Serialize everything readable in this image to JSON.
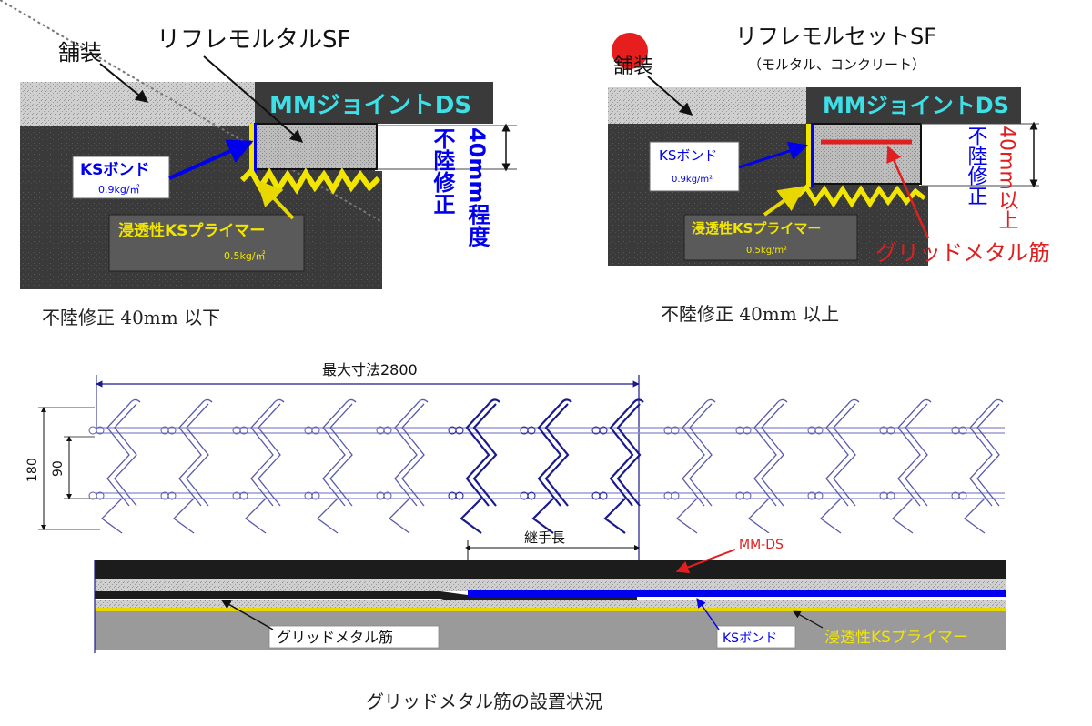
{
  "left_section": {
    "pavement": "舗装",
    "mortar": "リフレモルタルSF",
    "joint": "MMジョイントDS",
    "bond": "KSボンド",
    "bond_rate": "0.9kg/㎡",
    "primer": "浸透性KSプライマー",
    "primer_rate": "0.5kg/㎡",
    "correction_main": "不陸修正",
    "correction_sub": "40mm程度",
    "caption": "不陸修正 40mm 以下"
  },
  "right_section": {
    "pavement": "舗装",
    "mortar": "リフレモルセットSF",
    "mortar_sub": "（モルタル、コンクリート）",
    "joint": "MMジョイントDS",
    "bond": "KSボンド",
    "bond_rate": "0.9kg/m²",
    "primer": "浸透性KSプライマー",
    "primer_rate": "0.5kg/m²",
    "correction_main": "不陸修正",
    "correction_sub": "40mm以上",
    "rebar": "グリッドメタル筋",
    "caption": "不陸修正 40mm 以上"
  },
  "bottom_section": {
    "max_dim": "最大寸法2800",
    "dim_180": "180",
    "dim_90": "90",
    "splice": "継手長",
    "mmds": "MM-DS",
    "rebar": "グリッドメタル筋",
    "bond": "KSボンド",
    "primer": "浸透性KSプライマー",
    "caption": "グリッドメタル筋の設置状況"
  },
  "colors": {
    "navy": "#1a1a8c",
    "blue": "#0000ee",
    "red": "#e02020",
    "yellow": "#f2e600",
    "teal": "#3ee0e8",
    "asphalt": "#3c3c3c",
    "joint_bg": "#3a3a3a"
  }
}
